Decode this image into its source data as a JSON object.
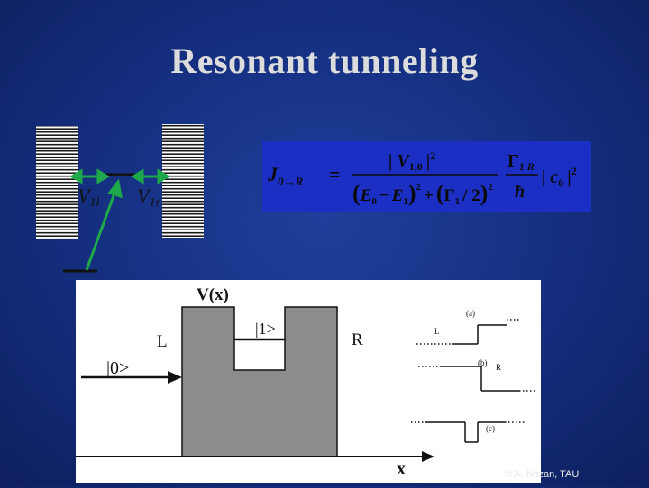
{
  "title": "Resonant tunneling",
  "energy_diagram": {
    "left_coupling_label": "V",
    "left_coupling_sub": "1l",
    "right_coupling_label": "V",
    "right_coupling_sub": "1r"
  },
  "equation": {
    "lhs": "J",
    "lhs_sub": "0→R",
    "equals": "=",
    "numerator_V": "| V",
    "numerator_V_sub": "1,0",
    "numerator_bar": "|",
    "numerator_exp": "2",
    "den_E0": "E",
    "den_E0_sub": "0",
    "den_minus": "−",
    "den_E1": "E",
    "den_E1_sub": "1",
    "den_exp1": "2",
    "den_plus": "+",
    "den_gamma": "Γ",
    "den_gamma_sub": "1",
    "den_div": "/ 2",
    "den_exp2": "2",
    "rate_gamma": "Γ",
    "rate_gamma_sub": "1 R",
    "hbar": "ħ",
    "coef": "| c",
    "coef_sub": "0",
    "coef_bar": "|",
    "coef_exp": "2"
  },
  "potential_graph": {
    "y_axis_label": "V(x)",
    "x_axis_label": "x",
    "left_region": "L",
    "right_region": "R",
    "state_0": "|0>",
    "state_1": "|1>",
    "panel_a": "(a)",
    "panel_a_region": "L",
    "panel_b": "(b)",
    "panel_b_region": "R",
    "panel_c": "(c)"
  },
  "copyright": "© A. Nitzan, TAU",
  "colors": {
    "background": "#163184",
    "arrow_green": "#1fa84a",
    "equation_bg": "#1b2fc4",
    "barrier_gray": "#8c8c8c"
  }
}
